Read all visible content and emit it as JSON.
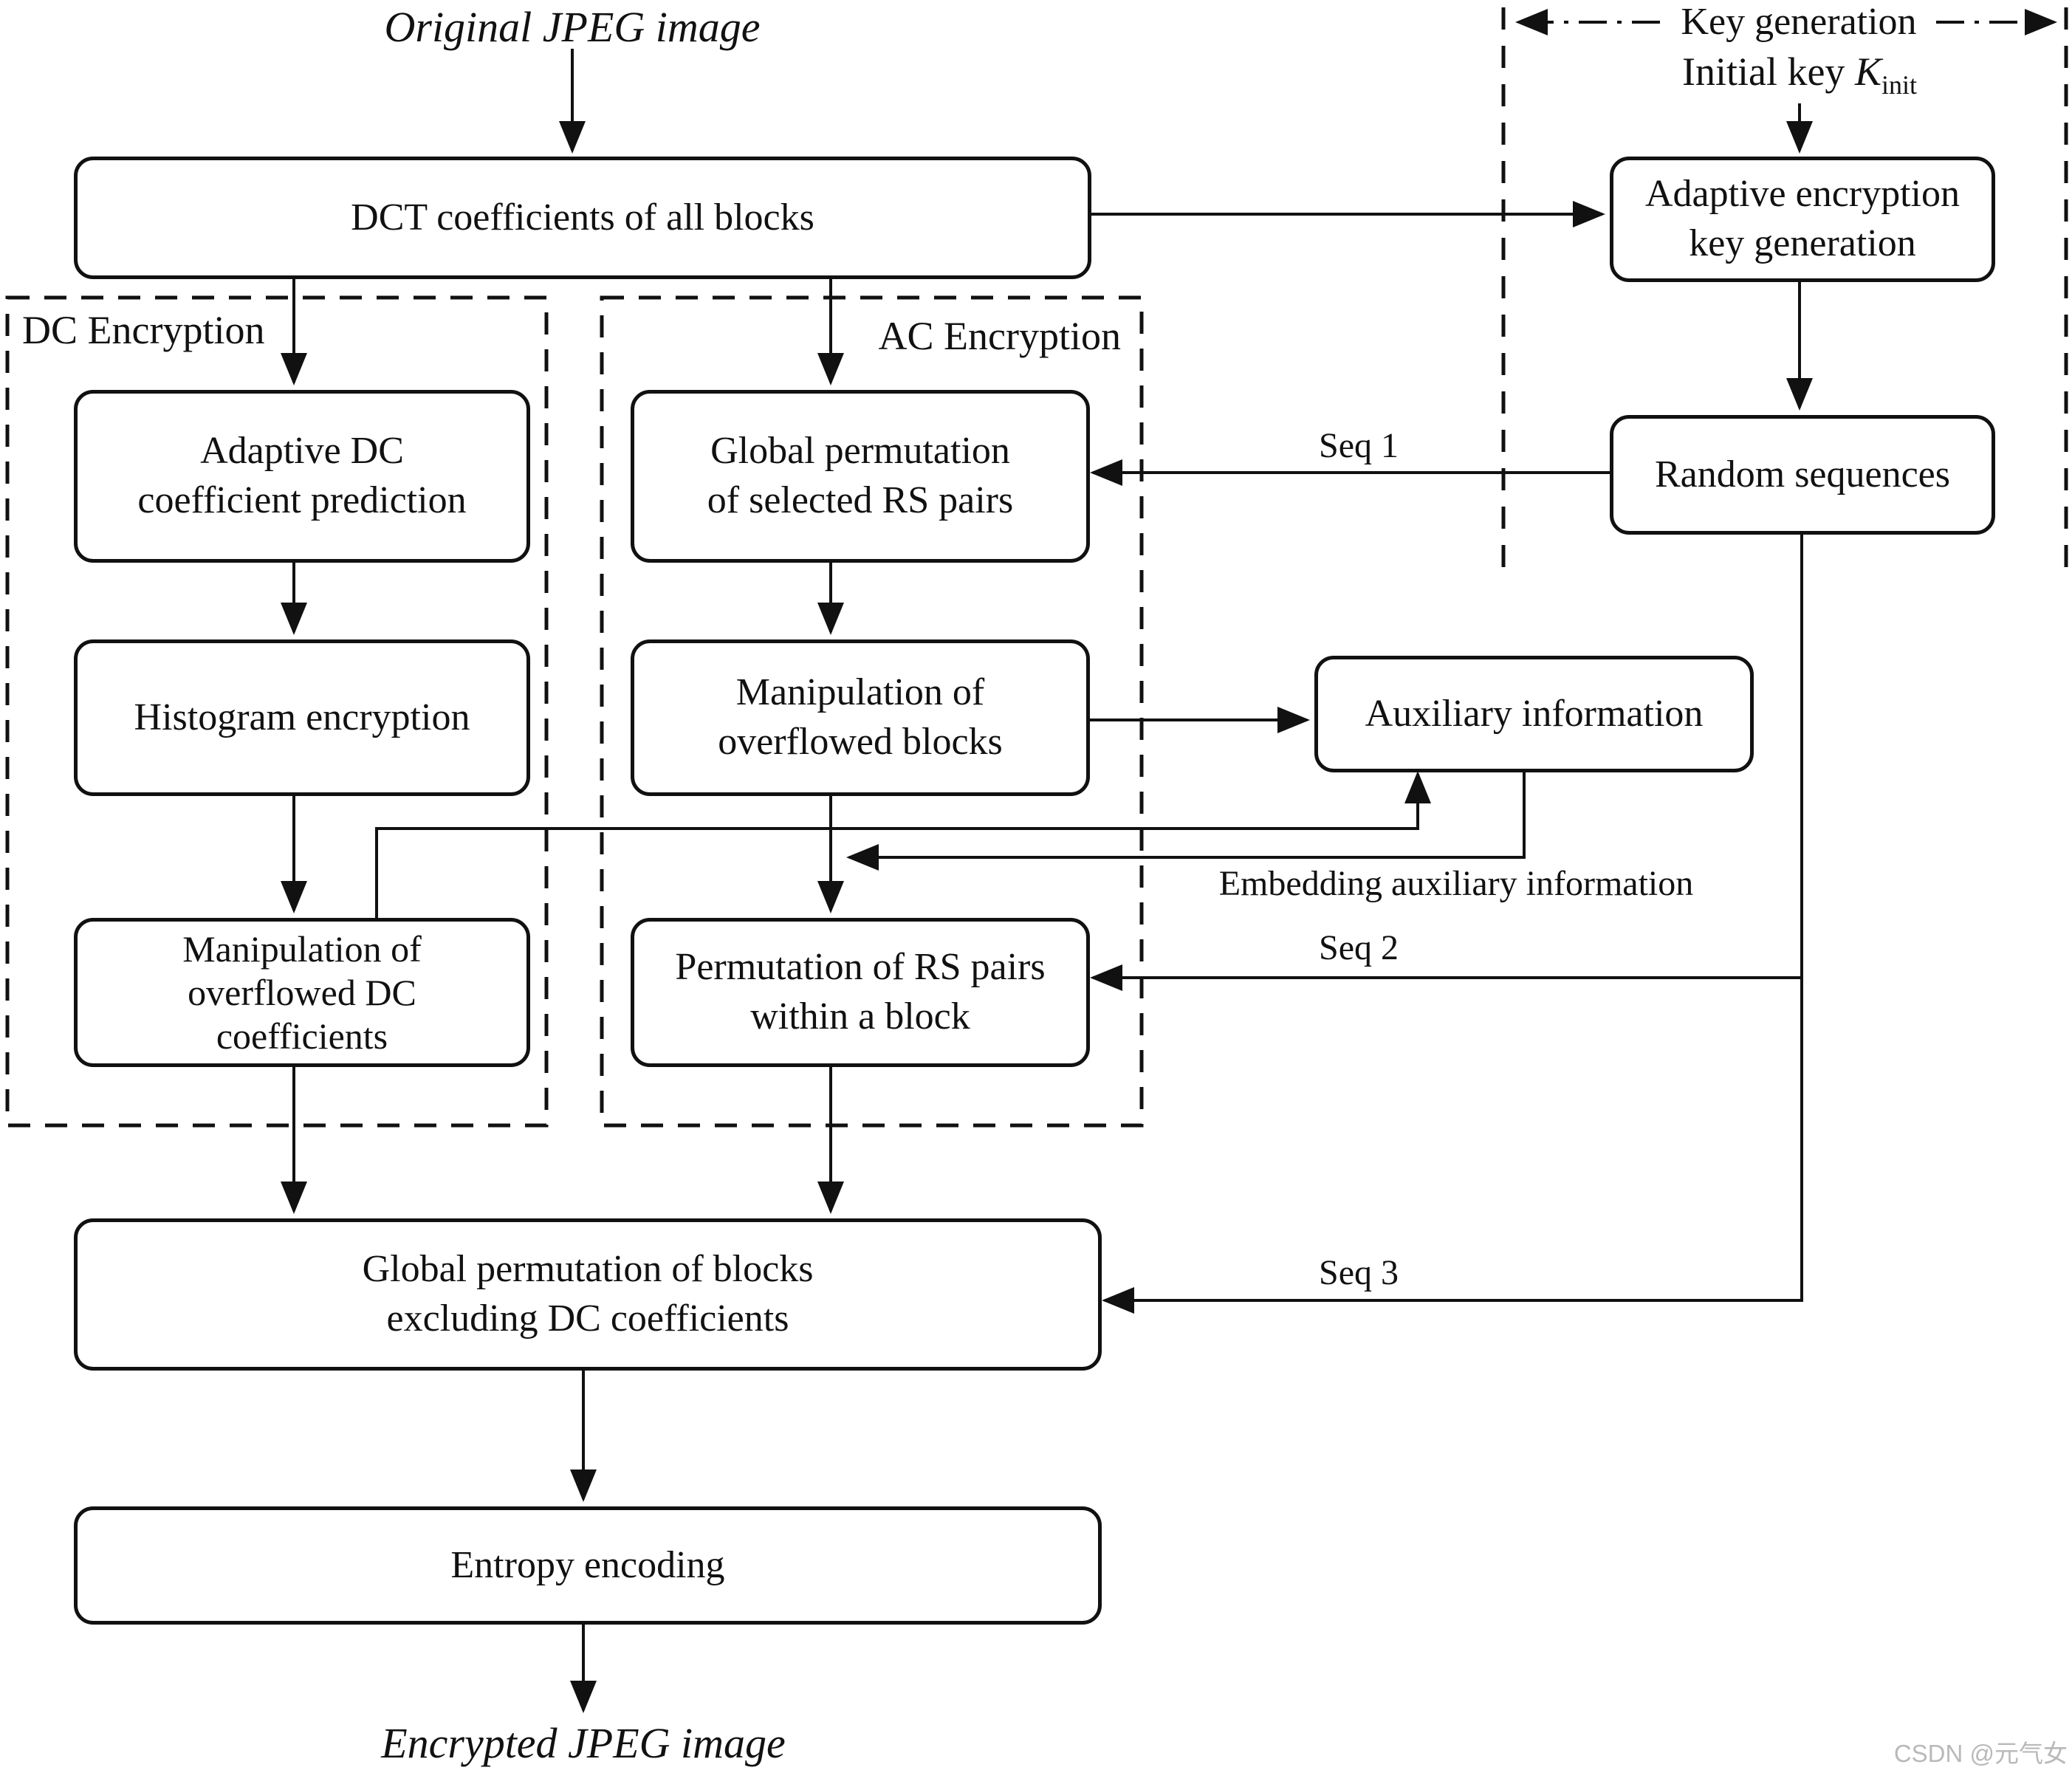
{
  "page": {
    "background": "#ffffff",
    "line_color": "#111111",
    "watermark_color": "#b9b9b9"
  },
  "labels": {
    "original_image": "Original JPEG image",
    "encrypted_image": "Encrypted JPEG image",
    "key_generation": "Key generation",
    "initial_key_prefix": "Initial key ",
    "initial_key_symbol": "K",
    "initial_key_subscript": "init",
    "dc_section": "DC Encryption",
    "ac_section": "AC Encryption",
    "seq1": "Seq 1",
    "seq2": "Seq 2",
    "seq3": "Seq 3",
    "embedding": "Embedding auxiliary information",
    "watermark": "CSDN @元气女"
  },
  "boxes": {
    "dct": {
      "label": "DCT coefficients of all blocks"
    },
    "adaptive_key": {
      "label": "Adaptive encryption\nkey generation"
    },
    "random_sequences": {
      "label": "Random sequences"
    },
    "adaptive_dc": {
      "label": "Adaptive DC\ncoefficient prediction"
    },
    "global_perm_rs": {
      "label": "Global permutation\nof selected RS pairs"
    },
    "histogram": {
      "label": "Histogram encryption"
    },
    "manip_blocks": {
      "label": "Manipulation of\noverflowed blocks"
    },
    "aux_info": {
      "label": "Auxiliary information"
    },
    "manip_dc": {
      "label": "Manipulation of\noverflowed DC\ncoefficients"
    },
    "perm_rs_block": {
      "label": "Permutation of RS pairs\nwithin a block"
    },
    "global_perm_blocks": {
      "label": "Global permutation of blocks\nexcluding DC coefficients"
    },
    "entropy": {
      "label": "Entropy encoding"
    }
  }
}
